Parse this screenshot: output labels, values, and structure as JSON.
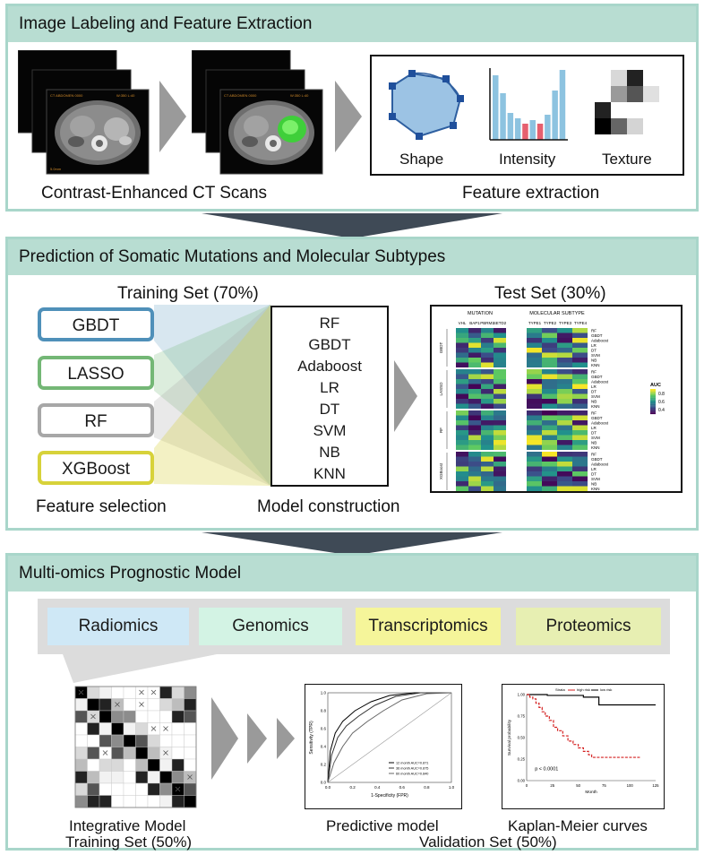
{
  "colors": {
    "panel_border": "#a9d6ca",
    "panel_header": "#b8ddd2",
    "down_arrow": "#3f4a56",
    "gbdt": "#4f90b9",
    "lasso": "#74b776",
    "rf": "#a7a7a7",
    "xgboost": "#d7d23a",
    "radiomics": "#cfe8f6",
    "genomics": "#d3f3e4",
    "transcriptomics": "#f5f59a",
    "proteomics": "#e7efb2"
  },
  "panel1": {
    "title": "Image Labeling and Feature Extraction",
    "ct_caption": "Contrast-Enhanced CT Scans",
    "feature_caption": "Feature extraction",
    "features": [
      "Shape",
      "Intensity",
      "Texture"
    ]
  },
  "panel2": {
    "title": "Prediction of Somatic Mutations and Molecular Subtypes",
    "training_title": "Training Set (70%)",
    "test_title": "Test Set (30%)",
    "feature_selection": [
      "GBDT",
      "LASSO",
      "RF",
      "XGBoost"
    ],
    "feature_selection_caption": "Feature selection",
    "models": [
      "RF",
      "GBDT",
      "Adaboost",
      "LR",
      "DT",
      "SVM",
      "NB",
      "KNN"
    ],
    "model_caption": "Model construction",
    "heatmap": {
      "mutation_header": "MUTATION",
      "subtype_header": "MOLECULAR SUBTYPE",
      "mutation_cols": [
        "VHL",
        "BAP1",
        "PBRM1",
        "SETD2"
      ],
      "subtype_cols": [
        "TYPE1",
        "TYPE2",
        "TYPE3",
        "TYPE4"
      ],
      "row_groups": [
        "GBDT",
        "LASSO",
        "RF",
        "XGBoost"
      ],
      "row_labels": [
        "RF",
        "GBDT",
        "Adaboost",
        "LR",
        "DT",
        "SVM",
        "NB",
        "KNN"
      ],
      "legend_title": "AUC",
      "legend_ticks": [
        "0.8",
        "0.6",
        "0.4"
      ]
    }
  },
  "panel3": {
    "title": "Multi-omics Prognostic Model",
    "omics": [
      "Radiomics",
      "Genomics",
      "Transcriptomics",
      "Proteomics"
    ],
    "integrative_caption": "Integrative Model",
    "training_caption": "Training Set (50%)",
    "predictive_caption": "Predictive model",
    "km_caption": "Kaplan-Meier curves",
    "validation_caption": "Validation Set (50%)",
    "roc": {
      "ylabel": "Sensitivity (TPR)",
      "xlabel": "1-Specificity (FPR)",
      "ticks": [
        "0.0",
        "0.2",
        "0.4",
        "0.6",
        "0.8",
        "1.0"
      ],
      "legend": [
        "12 month AUC=0.871",
        "36 month AUC=0.875",
        "60 month AUC=0.840"
      ]
    },
    "km": {
      "legend_title": "Strata",
      "legend": [
        "high risk",
        "low risk"
      ],
      "ylabel": "Survival probability",
      "xlabel": "Month",
      "pvalue": "p < 0.0001",
      "yticks": [
        "1.00",
        "0.75",
        "0.50",
        "0.25",
        "0.00"
      ],
      "xticks": [
        "0",
        "25",
        "50",
        "75",
        "100",
        "125"
      ]
    }
  }
}
